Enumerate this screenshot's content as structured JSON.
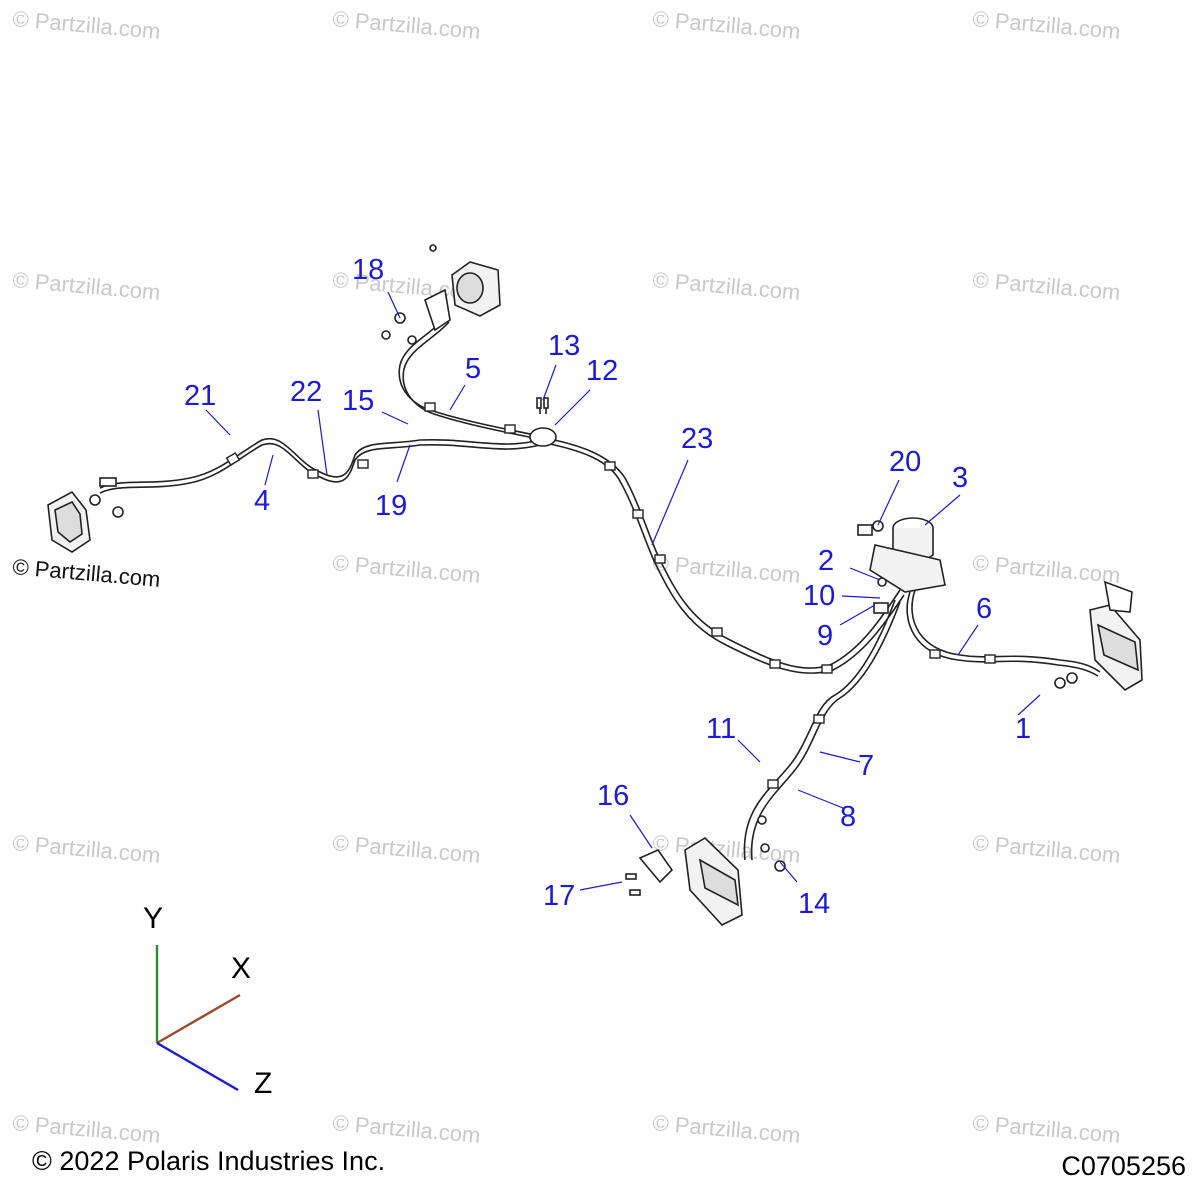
{
  "diagram": {
    "callouts": [
      "1",
      "2",
      "3",
      "4",
      "5",
      "6",
      "7",
      "8",
      "9",
      "10",
      "11",
      "12",
      "13",
      "14",
      "15",
      "16",
      "17",
      "18",
      "19",
      "20",
      "21",
      "22",
      "23"
    ],
    "axes": {
      "y": "Y",
      "x": "X",
      "z": "Z",
      "colors": {
        "y": "#2e8b2e",
        "x": "#9a4a2a",
        "z": "#1a1ad8"
      }
    },
    "watermark_text": "© Partzilla.com",
    "brand_watermark": "© Partzilla.com",
    "callout_color": "#1a1ad8"
  },
  "footer": {
    "copyright": "© 2022 Polaris Industries Inc.",
    "drawing_id": "C0705256"
  }
}
